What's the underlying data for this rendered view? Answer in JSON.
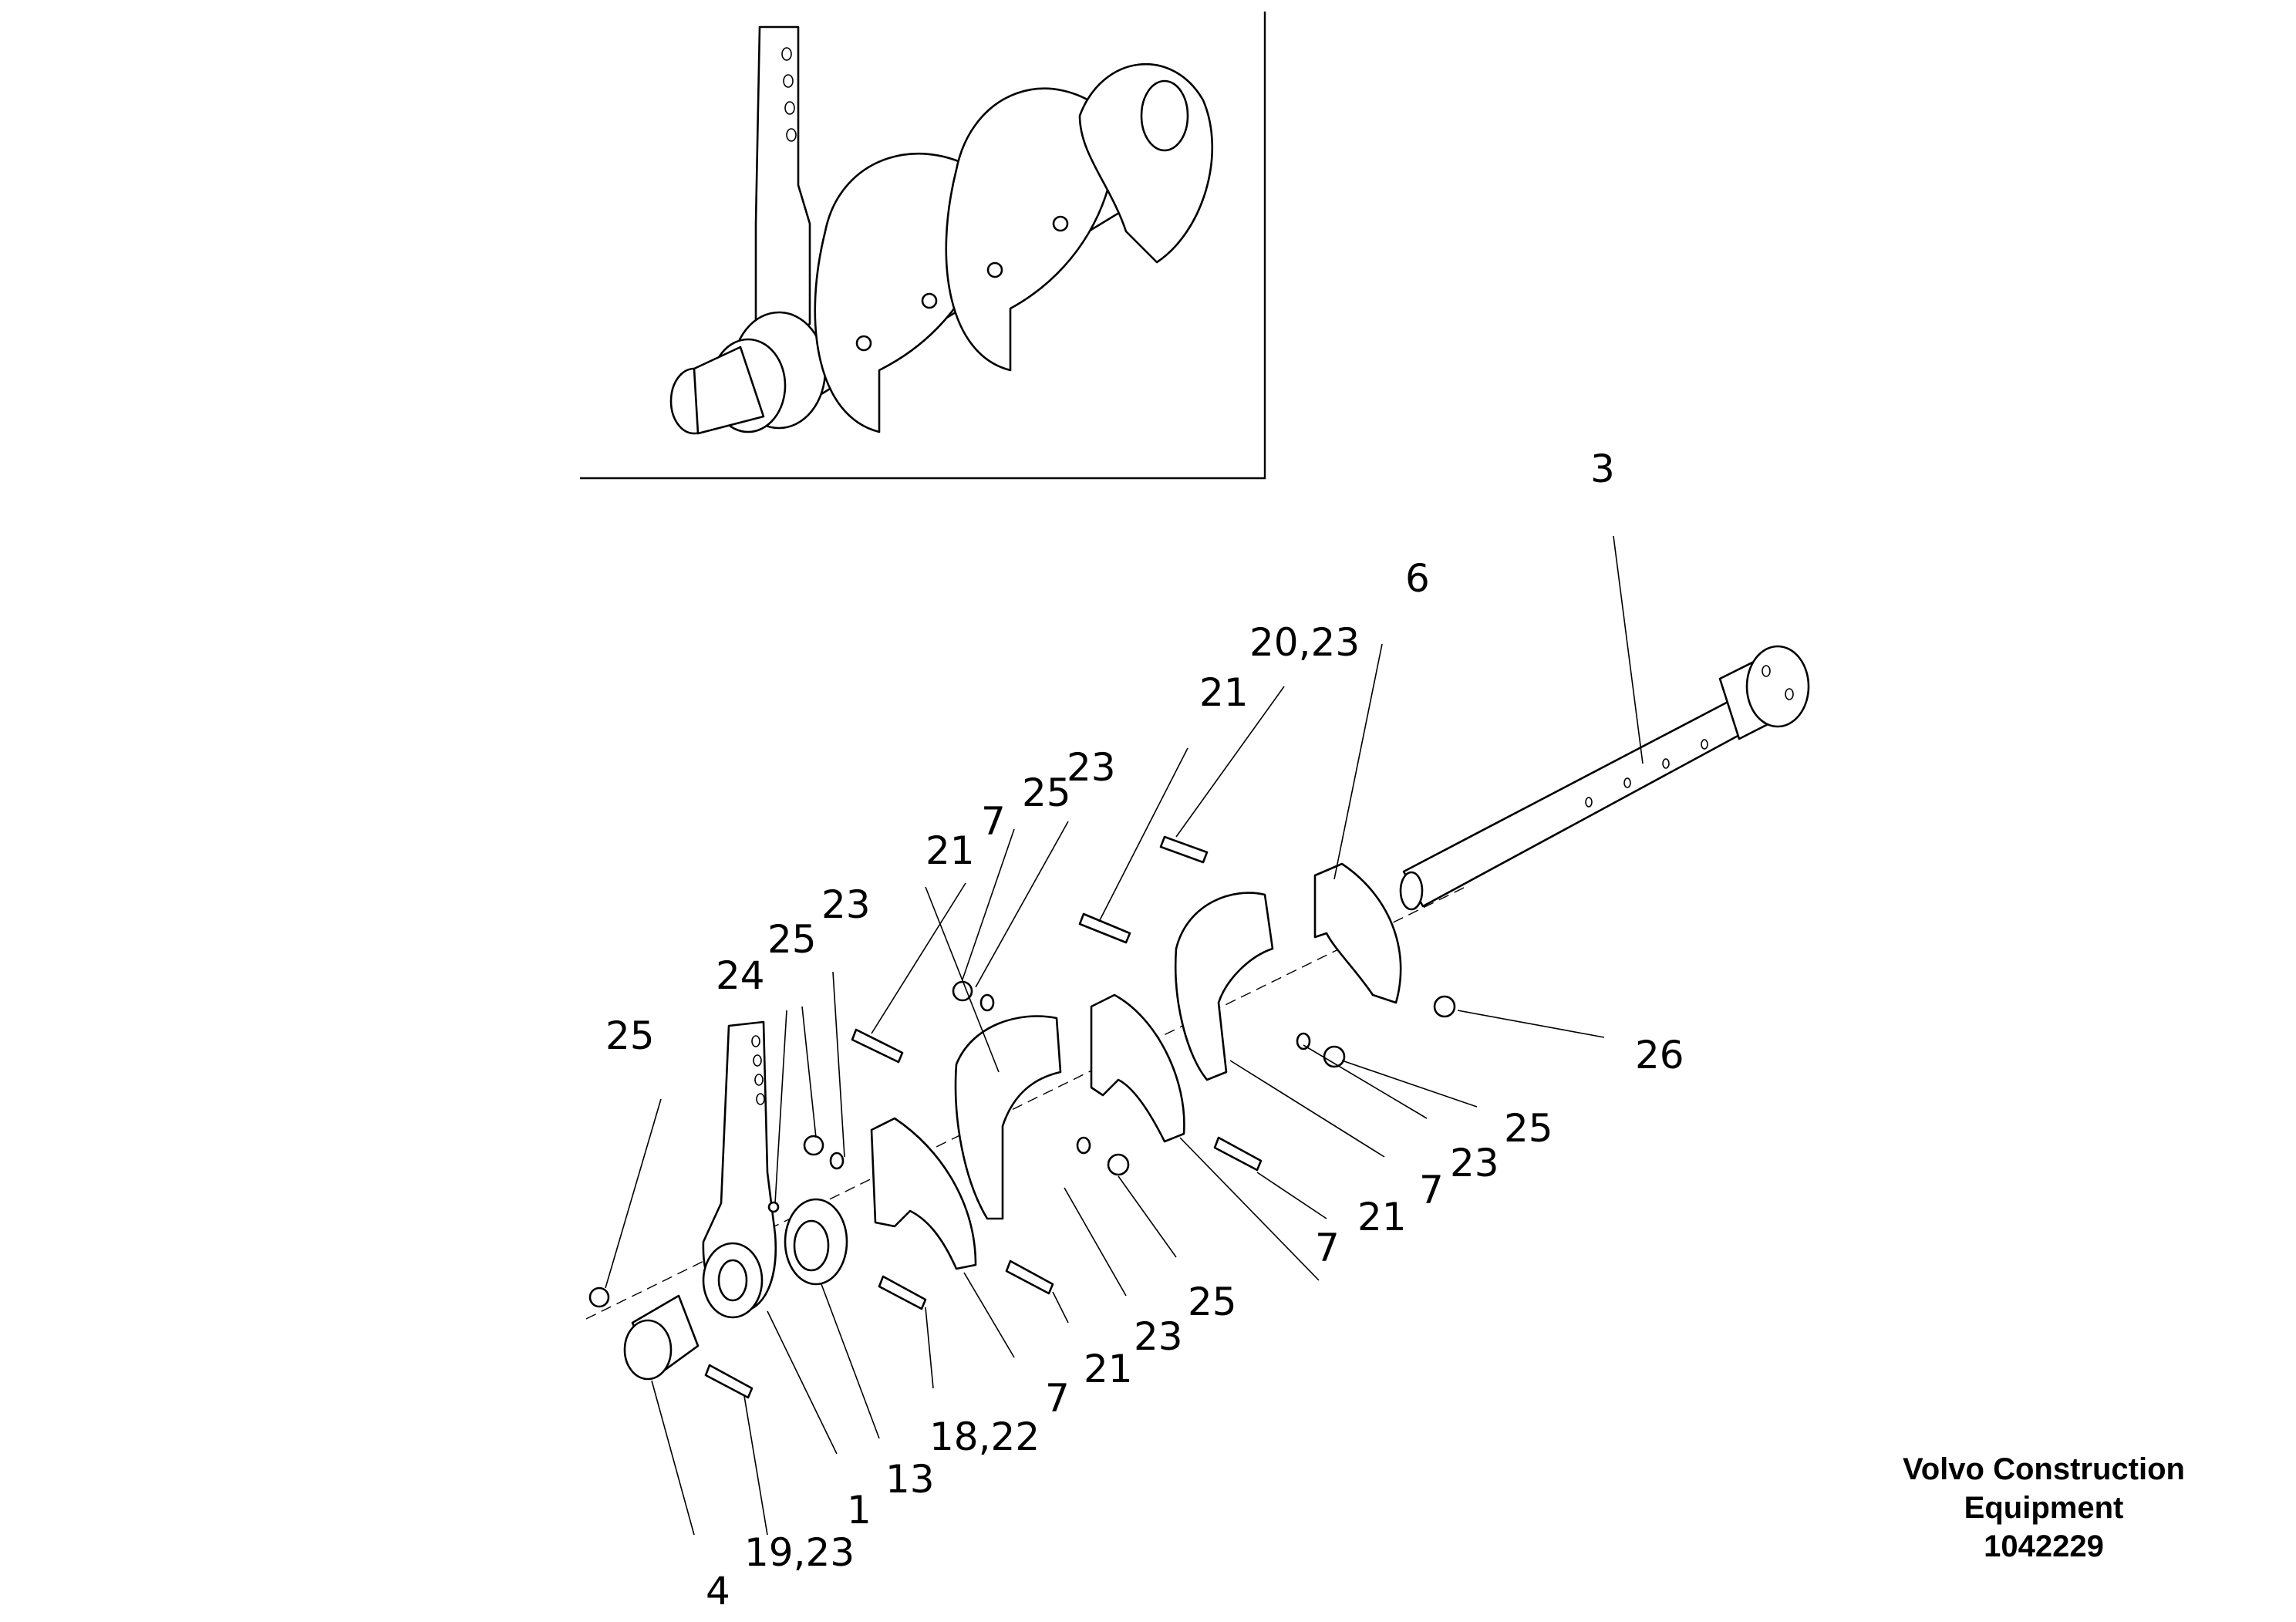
{
  "labels": {
    "l3": "3",
    "l6": "6",
    "l20_23": "20,23",
    "l21_top": "21",
    "l25_top": "25",
    "l23_top": "23",
    "l21_mid": "21",
    "l7_mid": "7",
    "l24": "24",
    "l25_mid": "25",
    "l23_mid": "23",
    "l25_left": "25",
    "l26": "26",
    "l25_right": "25",
    "l23_right": "23",
    "l7_right": "7",
    "l21_right": "21",
    "l7_right2": "7",
    "l25_low": "25",
    "l23_low": "23",
    "l21_low": "21",
    "l7_low": "7",
    "l18_22": "18,22",
    "l13": "13",
    "l1": "1",
    "l19_23": "19,23",
    "l4": "4"
  },
  "footer": {
    "line1": "Volvo Construction",
    "line2": "Equipment",
    "code": "1042229"
  }
}
